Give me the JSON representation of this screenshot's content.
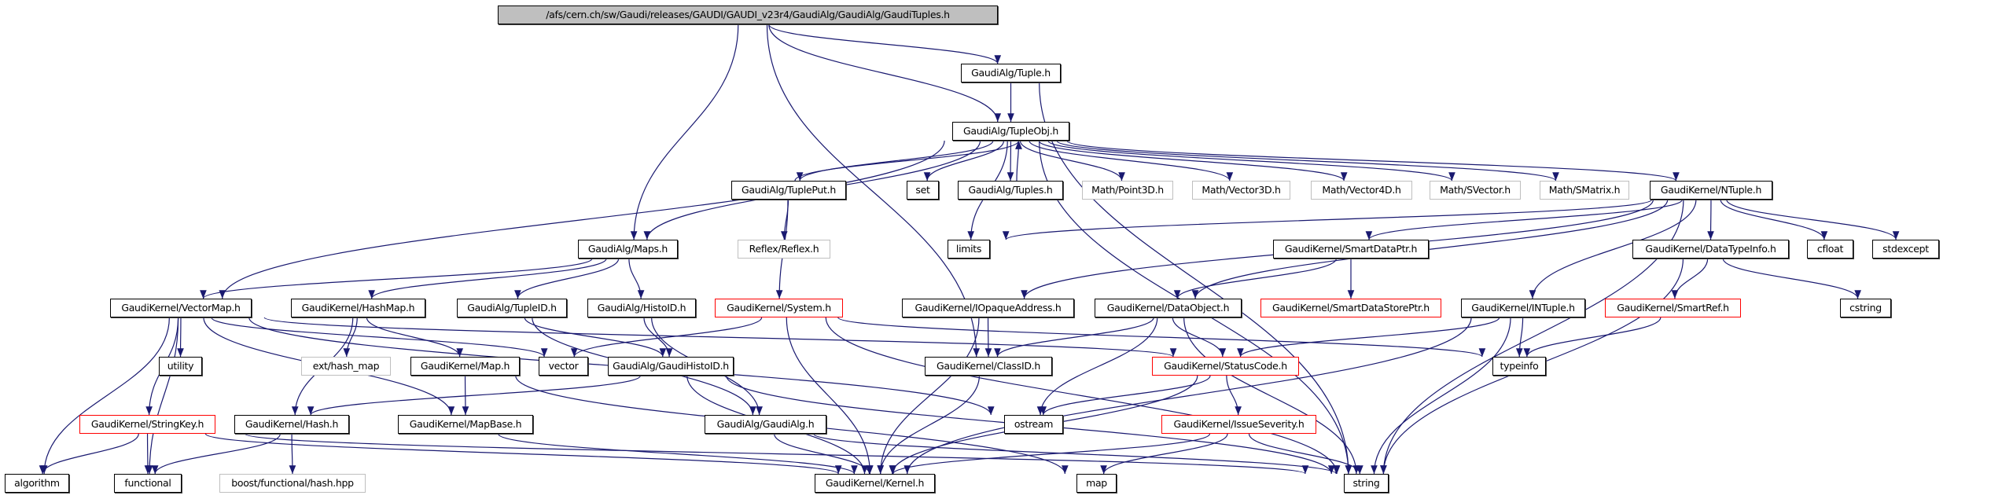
{
  "graph": {
    "title": "Include dependency graph for GaudiTuples.h",
    "edge_color": "#191970",
    "legend_colors": {
      "root_fill": "#bfbfbf",
      "documented_border": "#000000",
      "undocumented_border": "#bfbfbf",
      "truncated_border": "#ff0000"
    },
    "nodes": [
      {
        "id": "root",
        "label": "/afs/cern.ch/sw/Gaudi/releases/GAUDI/GAUDI_v23r4/GaudiAlg/GaudiAlg/GaudiTuples.h",
        "kind": "root"
      },
      {
        "id": "tuple",
        "label": "GaudiAlg/Tuple.h",
        "kind": "doc"
      },
      {
        "id": "tupleobj",
        "label": "GaudiAlg/TupleObj.h",
        "kind": "doc"
      },
      {
        "id": "tupleput",
        "label": "GaudiAlg/TuplePut.h",
        "kind": "doc"
      },
      {
        "id": "set",
        "label": "set",
        "kind": "doc"
      },
      {
        "id": "tuples",
        "label": "GaudiAlg/Tuples.h",
        "kind": "doc"
      },
      {
        "id": "point3d",
        "label": "Math/Point3D.h",
        "kind": "ext"
      },
      {
        "id": "vector3d",
        "label": "Math/Vector3D.h",
        "kind": "ext"
      },
      {
        "id": "vector4d",
        "label": "Math/Vector4D.h",
        "kind": "ext"
      },
      {
        "id": "svector",
        "label": "Math/SVector.h",
        "kind": "ext"
      },
      {
        "id": "smatrix",
        "label": "Math/SMatrix.h",
        "kind": "ext"
      },
      {
        "id": "ntuple",
        "label": "GaudiKernel/NTuple.h",
        "kind": "doc"
      },
      {
        "id": "maps",
        "label": "GaudiAlg/Maps.h",
        "kind": "doc"
      },
      {
        "id": "reflex",
        "label": "Reflex/Reflex.h",
        "kind": "ext"
      },
      {
        "id": "limits",
        "label": "limits",
        "kind": "doc"
      },
      {
        "id": "smartdataptr",
        "label": "GaudiKernel/SmartDataPtr.h",
        "kind": "doc"
      },
      {
        "id": "datatypeinfo",
        "label": "GaudiKernel/DataTypeInfo.h",
        "kind": "doc"
      },
      {
        "id": "cfloat",
        "label": "cfloat",
        "kind": "doc"
      },
      {
        "id": "stdexcept",
        "label": "stdexcept",
        "kind": "doc"
      },
      {
        "id": "vectormap",
        "label": "GaudiKernel/VectorMap.h",
        "kind": "doc"
      },
      {
        "id": "hashmap",
        "label": "GaudiKernel/HashMap.h",
        "kind": "doc"
      },
      {
        "id": "tupleid",
        "label": "GaudiAlg/TupleID.h",
        "kind": "doc"
      },
      {
        "id": "histoid",
        "label": "GaudiAlg/HistoID.h",
        "kind": "doc"
      },
      {
        "id": "system",
        "label": "GaudiKernel/System.h",
        "kind": "red"
      },
      {
        "id": "iopaque",
        "label": "GaudiKernel/IOpaqueAddress.h",
        "kind": "doc"
      },
      {
        "id": "dataobject",
        "label": "GaudiKernel/DataObject.h",
        "kind": "doc"
      },
      {
        "id": "smartdatastoreptr",
        "label": "GaudiKernel/SmartDataStorePtr.h",
        "kind": "red"
      },
      {
        "id": "intuple",
        "label": "GaudiKernel/INTuple.h",
        "kind": "doc"
      },
      {
        "id": "smartref",
        "label": "GaudiKernel/SmartRef.h",
        "kind": "red"
      },
      {
        "id": "cstring",
        "label": "cstring",
        "kind": "doc"
      },
      {
        "id": "utility",
        "label": "utility",
        "kind": "doc"
      },
      {
        "id": "exthashmap",
        "label": "ext/hash_map",
        "kind": "ext"
      },
      {
        "id": "map_h",
        "label": "GaudiKernel/Map.h",
        "kind": "doc"
      },
      {
        "id": "vector",
        "label": "vector",
        "kind": "doc"
      },
      {
        "id": "gaudihistoid",
        "label": "GaudiAlg/GaudiHistoID.h",
        "kind": "doc"
      },
      {
        "id": "classid",
        "label": "GaudiKernel/ClassID.h",
        "kind": "doc"
      },
      {
        "id": "statuscode",
        "label": "GaudiKernel/StatusCode.h",
        "kind": "red"
      },
      {
        "id": "typeinfo",
        "label": "typeinfo",
        "kind": "doc"
      },
      {
        "id": "stringkey",
        "label": "GaudiKernel/StringKey.h",
        "kind": "red"
      },
      {
        "id": "hash",
        "label": "GaudiKernel/Hash.h",
        "kind": "doc"
      },
      {
        "id": "mapbase",
        "label": "GaudiKernel/MapBase.h",
        "kind": "doc"
      },
      {
        "id": "gaudialg",
        "label": "GaudiAlg/GaudiAlg.h",
        "kind": "doc"
      },
      {
        "id": "ostream",
        "label": "ostream",
        "kind": "doc"
      },
      {
        "id": "issueseverity",
        "label": "GaudiKernel/IssueSeverity.h",
        "kind": "red"
      },
      {
        "id": "algorithm",
        "label": "algorithm",
        "kind": "doc"
      },
      {
        "id": "functional",
        "label": "functional",
        "kind": "doc"
      },
      {
        "id": "boosthash",
        "label": "boost/functional/hash.hpp",
        "kind": "ext"
      },
      {
        "id": "kernel",
        "label": "GaudiKernel/Kernel.h",
        "kind": "doc"
      },
      {
        "id": "map",
        "label": "map",
        "kind": "doc"
      },
      {
        "id": "string",
        "label": "string",
        "kind": "doc"
      }
    ],
    "edges": [
      [
        "root",
        "tuple"
      ],
      [
        "root",
        "tupleobj"
      ],
      [
        "root",
        "maps"
      ],
      [
        "root",
        "classid"
      ],
      [
        "tuple",
        "tupleobj"
      ],
      [
        "tuple",
        "string"
      ],
      [
        "tupleobj",
        "tupleput"
      ],
      [
        "tupleobj",
        "set"
      ],
      [
        "tupleobj",
        "tuples"
      ],
      [
        "tupleobj",
        "point3d"
      ],
      [
        "tupleobj",
        "vector3d"
      ],
      [
        "tupleobj",
        "vector4d"
      ],
      [
        "tupleobj",
        "svector"
      ],
      [
        "tupleobj",
        "smatrix"
      ],
      [
        "tupleobj",
        "ntuple"
      ],
      [
        "tupleobj",
        "maps"
      ],
      [
        "tupleobj",
        "limits"
      ],
      [
        "tupleobj",
        "vectormap"
      ],
      [
        "tupleobj",
        "string"
      ],
      [
        "tupleput",
        "tupleobj"
      ],
      [
        "tupleput",
        "reflex"
      ],
      [
        "tupleput",
        "system"
      ],
      [
        "tuples",
        "tupleobj"
      ],
      [
        "ntuple",
        "limits"
      ],
      [
        "ntuple",
        "smartdataptr"
      ],
      [
        "ntuple",
        "datatypeinfo"
      ],
      [
        "ntuple",
        "cfloat"
      ],
      [
        "ntuple",
        "stdexcept"
      ],
      [
        "ntuple",
        "iopaque"
      ],
      [
        "ntuple",
        "dataobject"
      ],
      [
        "ntuple",
        "intuple"
      ],
      [
        "ntuple",
        "string"
      ],
      [
        "maps",
        "vectormap"
      ],
      [
        "maps",
        "hashmap"
      ],
      [
        "maps",
        "tupleid"
      ],
      [
        "maps",
        "histoid"
      ],
      [
        "smartdataptr",
        "dataobject"
      ],
      [
        "smartdataptr",
        "smartdatastoreptr"
      ],
      [
        "datatypeinfo",
        "smartref"
      ],
      [
        "datatypeinfo",
        "cstring"
      ],
      [
        "datatypeinfo",
        "string"
      ],
      [
        "vectormap",
        "utility"
      ],
      [
        "vectormap",
        "vector"
      ],
      [
        "vectormap",
        "stringkey"
      ],
      [
        "vectormap",
        "algorithm"
      ],
      [
        "vectormap",
        "functional"
      ],
      [
        "vectormap",
        "mapbase"
      ],
      [
        "vectormap",
        "ostream"
      ],
      [
        "vectormap",
        "statuscode"
      ],
      [
        "hashmap",
        "exthashmap"
      ],
      [
        "hashmap",
        "map_h"
      ],
      [
        "hashmap",
        "hash"
      ],
      [
        "tupleid",
        "gaudihistoid"
      ],
      [
        "tupleid",
        "gaudialg"
      ],
      [
        "histoid",
        "gaudihistoid"
      ],
      [
        "histoid",
        "gaudialg"
      ],
      [
        "system",
        "vector"
      ],
      [
        "system",
        "kernel"
      ],
      [
        "system",
        "string"
      ],
      [
        "system",
        "typeinfo"
      ],
      [
        "iopaque",
        "classid"
      ],
      [
        "iopaque",
        "kernel"
      ],
      [
        "dataobject",
        "classid"
      ],
      [
        "dataobject",
        "statuscode"
      ],
      [
        "dataobject",
        "ostream"
      ],
      [
        "dataobject",
        "string"
      ],
      [
        "intuple",
        "statuscode"
      ],
      [
        "intuple",
        "typeinfo"
      ],
      [
        "intuple",
        "string"
      ],
      [
        "intuple",
        "kernel"
      ],
      [
        "smartref",
        "typeinfo"
      ],
      [
        "map_h",
        "mapbase"
      ],
      [
        "map_h",
        "map"
      ],
      [
        "gaudihistoid",
        "hash"
      ],
      [
        "gaudihistoid",
        "kernel"
      ],
      [
        "gaudihistoid",
        "string"
      ],
      [
        "classid",
        "kernel"
      ],
      [
        "statuscode",
        "ostream"
      ],
      [
        "statuscode",
        "issueseverity"
      ],
      [
        "statuscode",
        "kernel"
      ],
      [
        "stringkey",
        "algorithm"
      ],
      [
        "stringkey",
        "functional"
      ],
      [
        "stringkey",
        "kernel"
      ],
      [
        "stringkey",
        "string"
      ],
      [
        "hash",
        "functional"
      ],
      [
        "hash",
        "boosthash"
      ],
      [
        "mapbase",
        "kernel"
      ],
      [
        "gaudialg",
        "kernel"
      ],
      [
        "gaudialg",
        "string"
      ],
      [
        "issueseverity",
        "kernel"
      ],
      [
        "issueseverity",
        "map"
      ],
      [
        "issueseverity",
        "string"
      ]
    ]
  }
}
